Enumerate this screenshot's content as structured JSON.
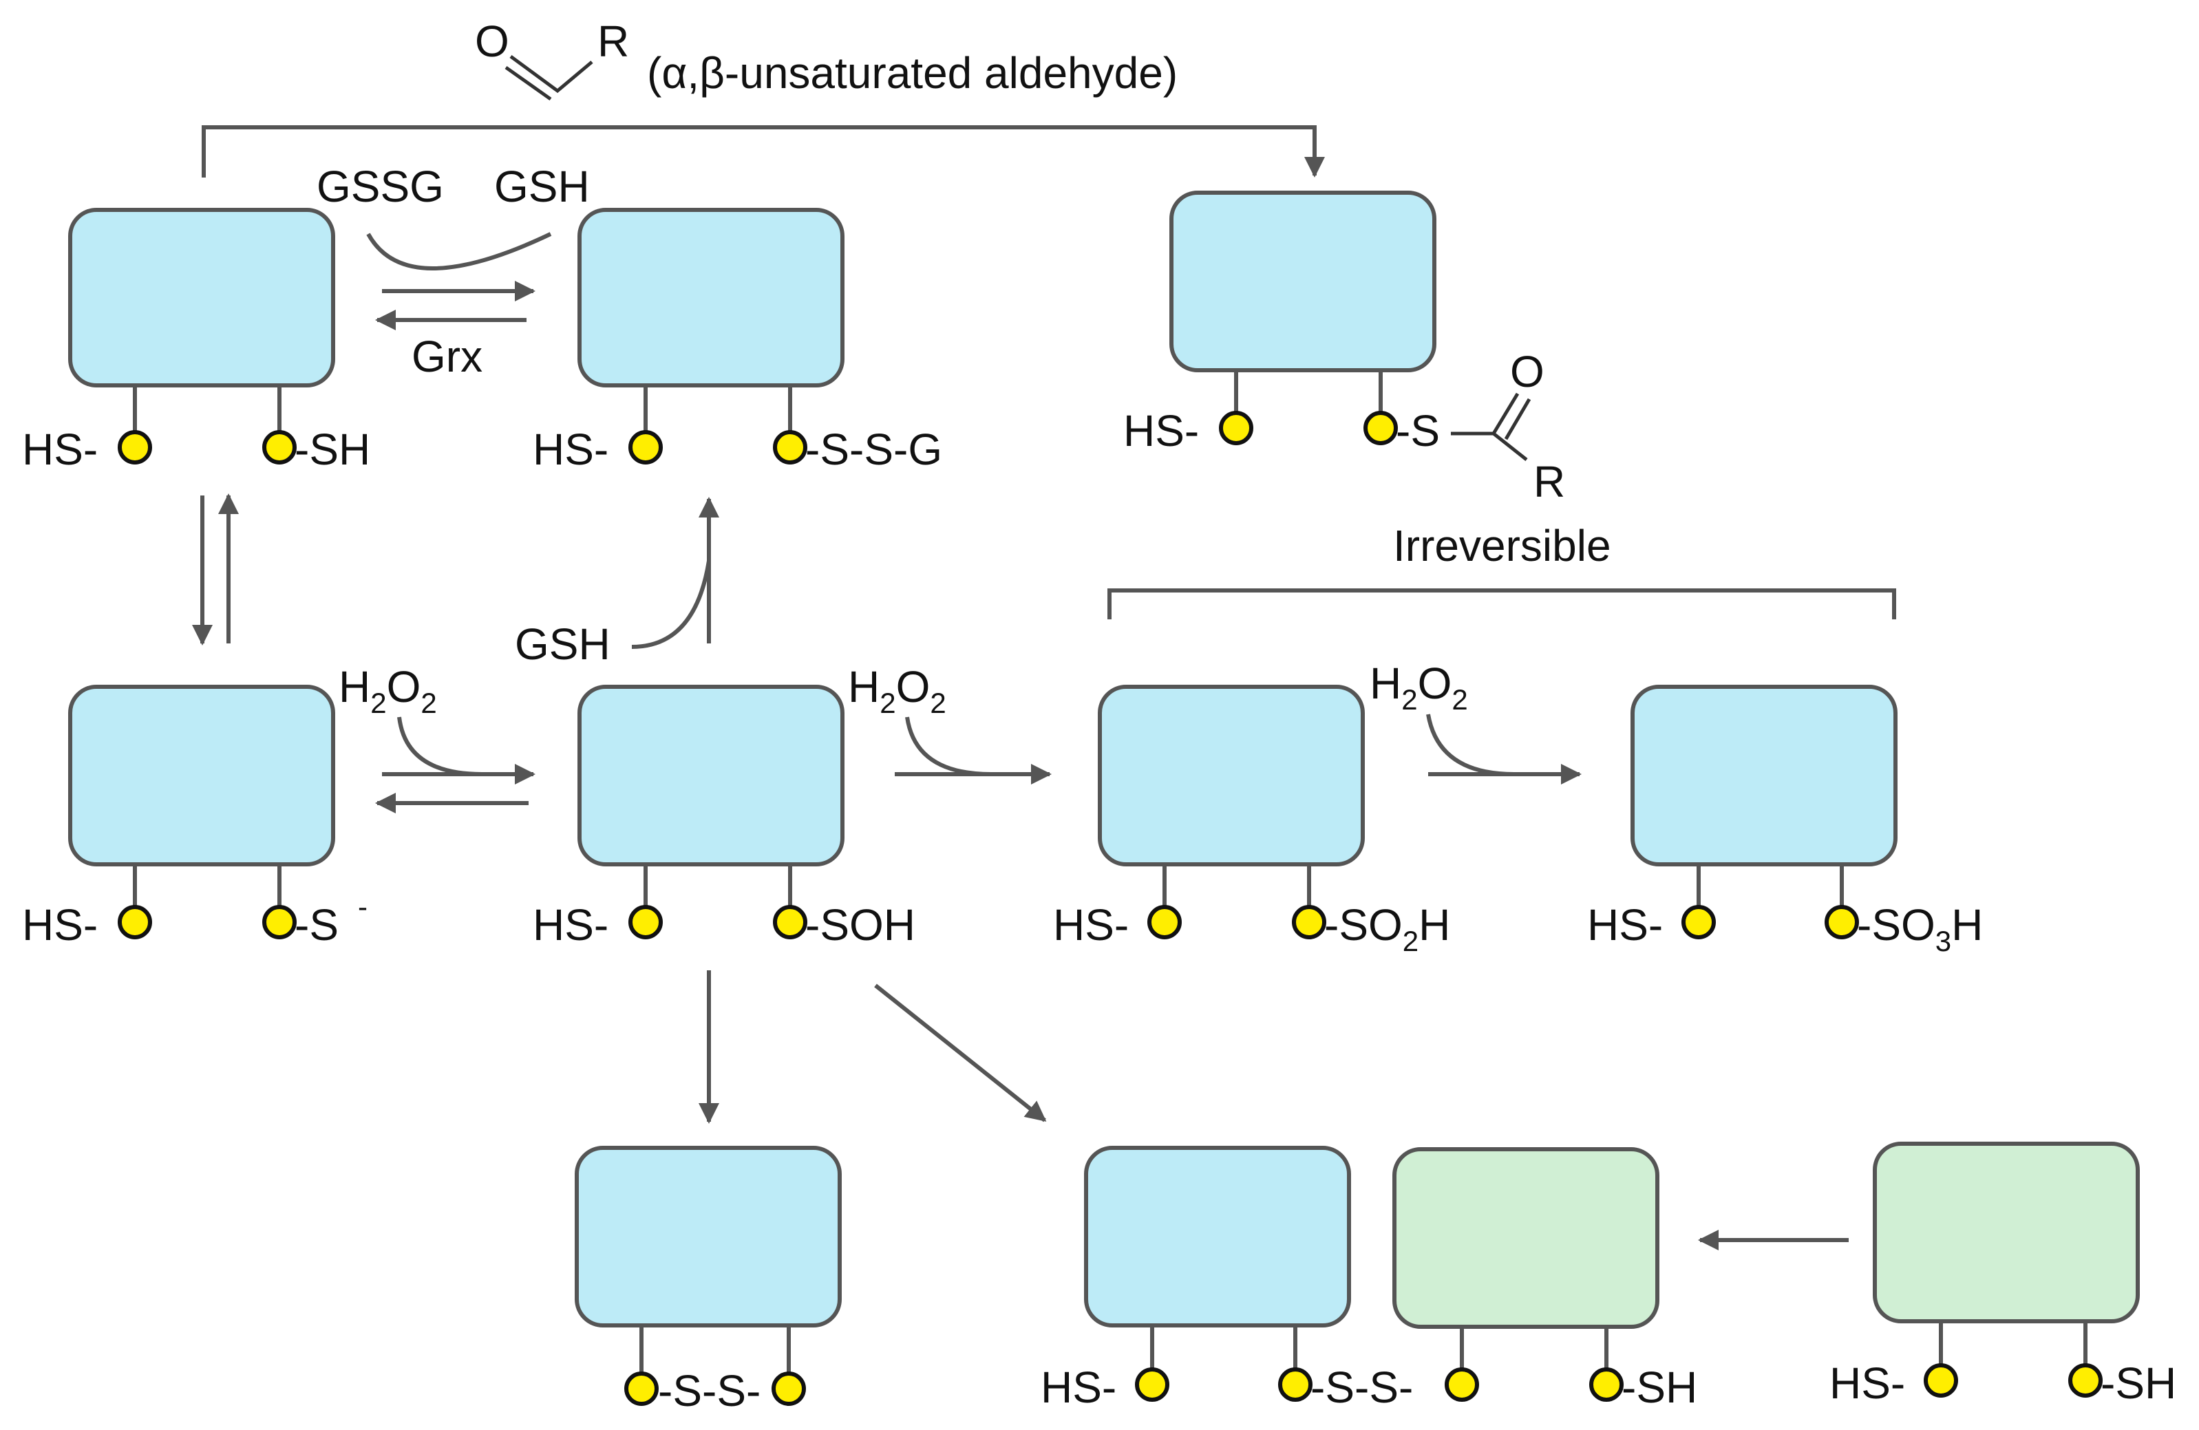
{
  "colors": {
    "protein_blue": "#bdebf7",
    "protein_green": "#d0efd4",
    "cysteine": "#ffee00",
    "arrow": "#555555"
  },
  "labels": {
    "aldehyde_R": "R",
    "aldehyde_O": "O",
    "aldehyde_desc": "(α,β-unsaturated aldehyde)",
    "gssg": "GSSG",
    "gsh_top": "GSH",
    "grx": "Grx",
    "gsh_mid": "GSH",
    "irreversible": "Irreversible",
    "h2o2": {
      "h": "H",
      "two": "2",
      "o": "O",
      "two_b": "2"
    },
    "hs": "HS-",
    "sh": "-SH",
    "s_minus": "-S",
    "minus": "-",
    "soh": "-SOH",
    "ssg": "-S-S-G",
    "so2h": {
      "a": "-SO",
      "b": "2",
      "c": "H"
    },
    "so3h": {
      "a": "-SO",
      "b": "3",
      "c": "H"
    },
    "intra_disulfide": "-S-S-",
    "inter_disulfide": "-S-S-",
    "adduct_S": "-S",
    "adduct_O": "O",
    "adduct_R": "R"
  }
}
